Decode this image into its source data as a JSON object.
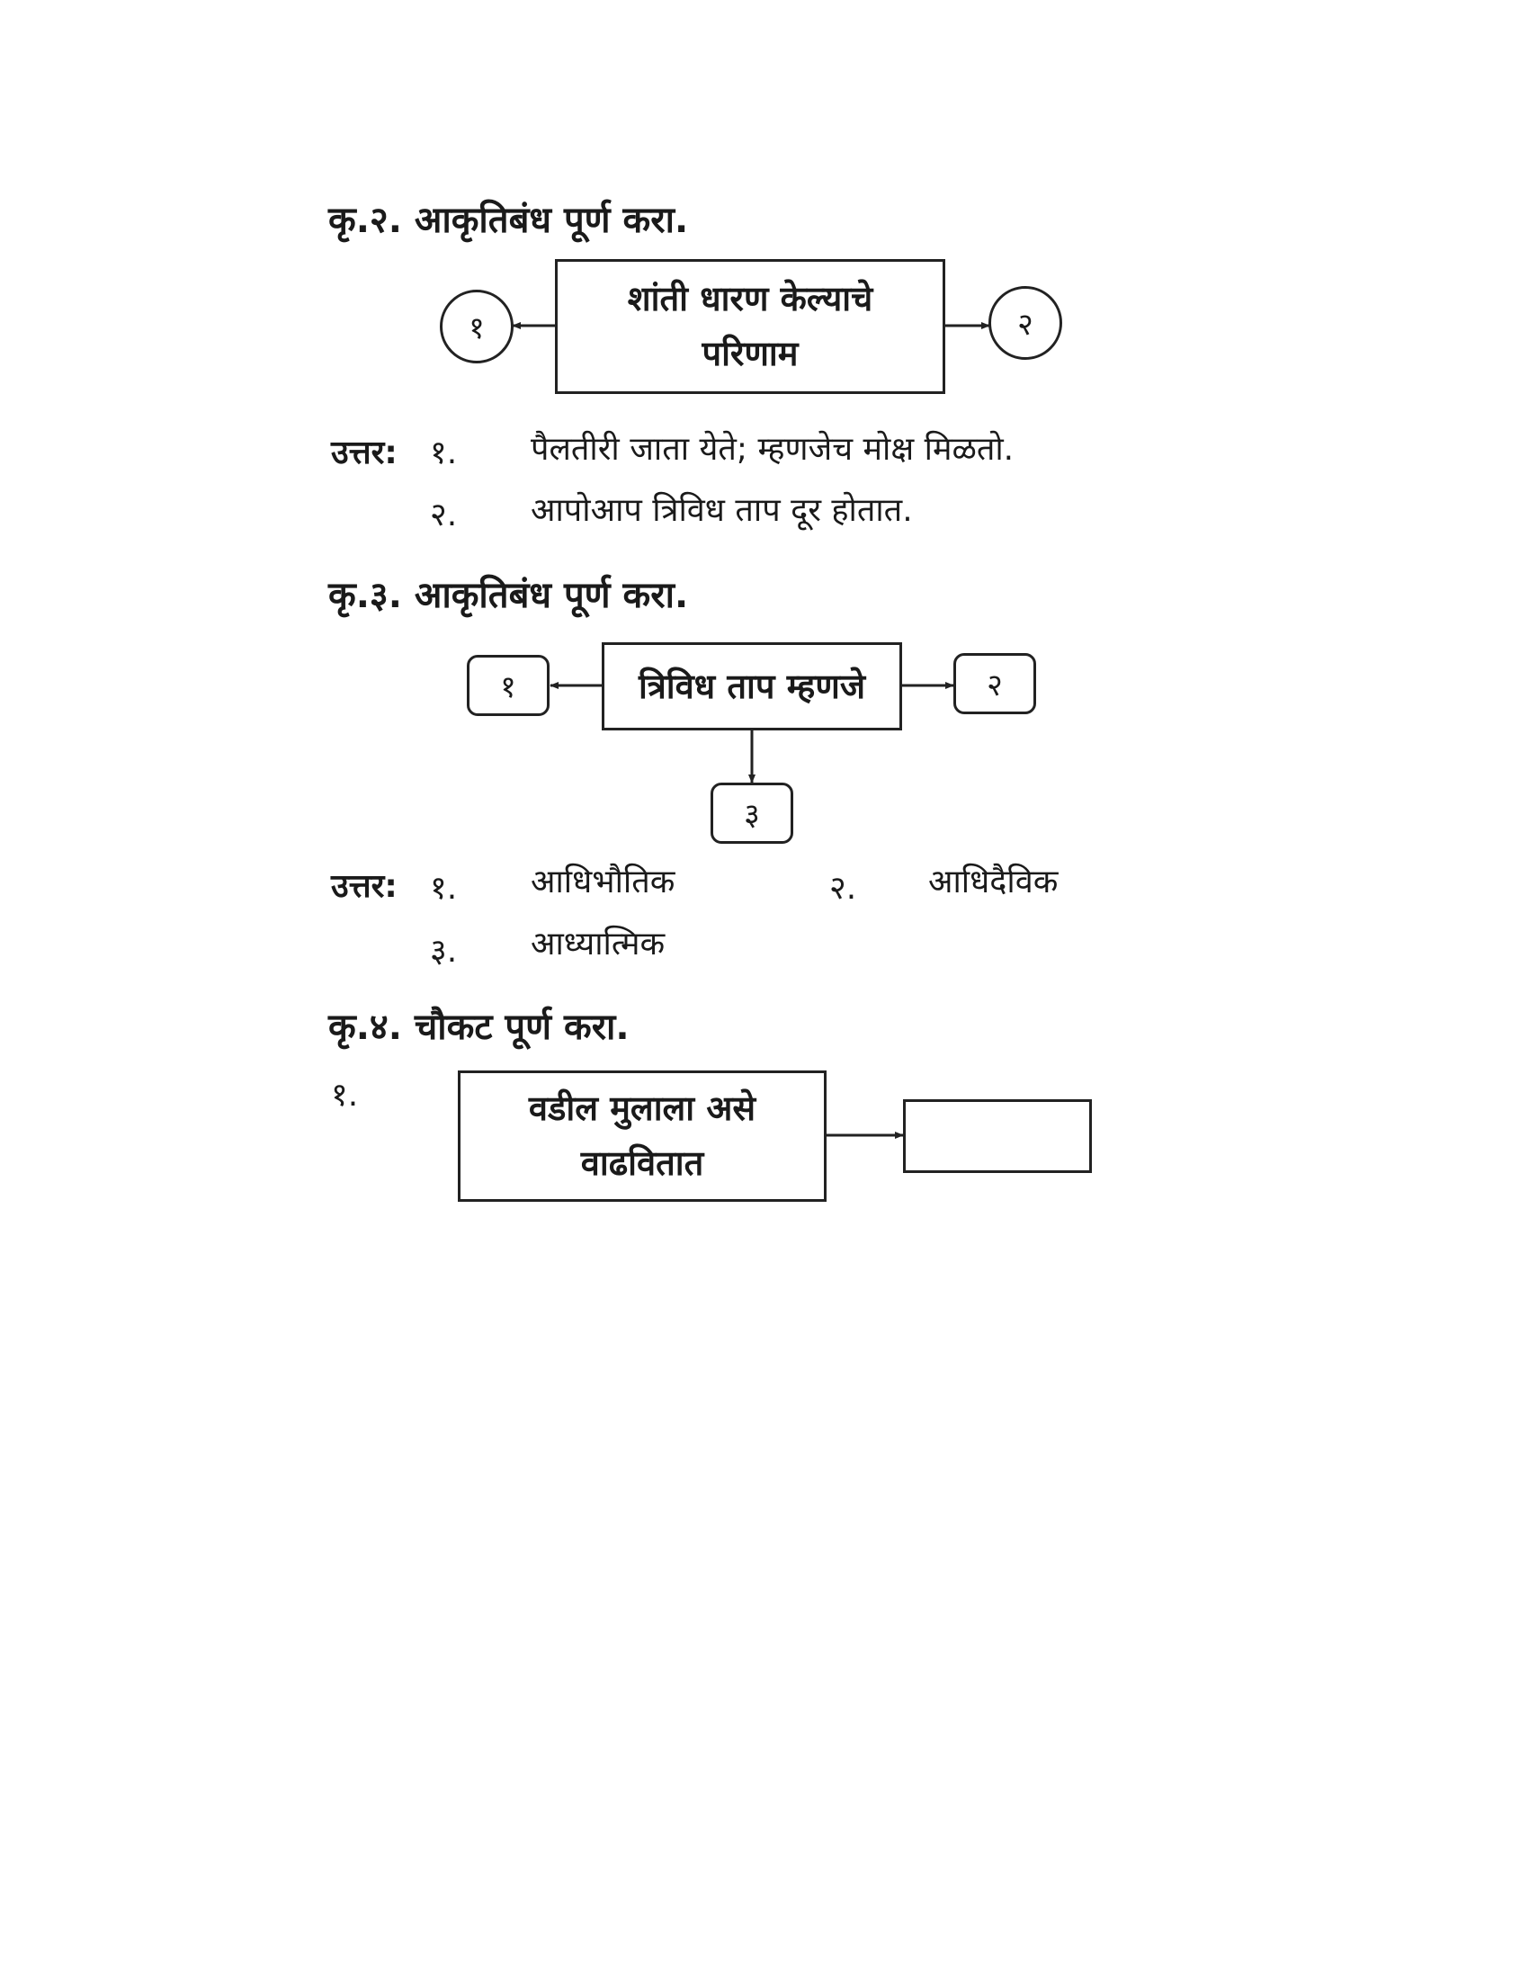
{
  "q2": {
    "heading": "कृ.२. आकृतिबंध पूर्ण करा.",
    "center_line1": "शांती धारण केल्याचे",
    "center_line2": "परिणाम",
    "left_label": "१",
    "right_label": "२",
    "answer_label": "उत्तर:",
    "answers": [
      {
        "num": "१.",
        "text": "पैलतीरी जाता येते; म्हणजेच मोक्ष मिळतो."
      },
      {
        "num": "२.",
        "text": "आपोआप त्रिविध ताप दूर होतात."
      }
    ]
  },
  "q3": {
    "heading": "कृ.३. आकृतिबंध पूर्ण करा.",
    "center": "त्रिविध ताप म्हणजे",
    "left_label": "१",
    "right_label": "२",
    "bottom_label": "३",
    "answer_label": "उत्तर:",
    "answers": [
      {
        "num": "१.",
        "text": "आधिभौतिक"
      },
      {
        "num": "२.",
        "text": "आधिदैविक"
      },
      {
        "num": "३.",
        "text": "आध्यात्मिक"
      }
    ]
  },
  "q4": {
    "heading": "कृ.४. चौकट पूर्ण करा.",
    "item_num": "१.",
    "box_line1": "वडील मुलाला असे",
    "box_line2": "वाढवितात"
  }
}
